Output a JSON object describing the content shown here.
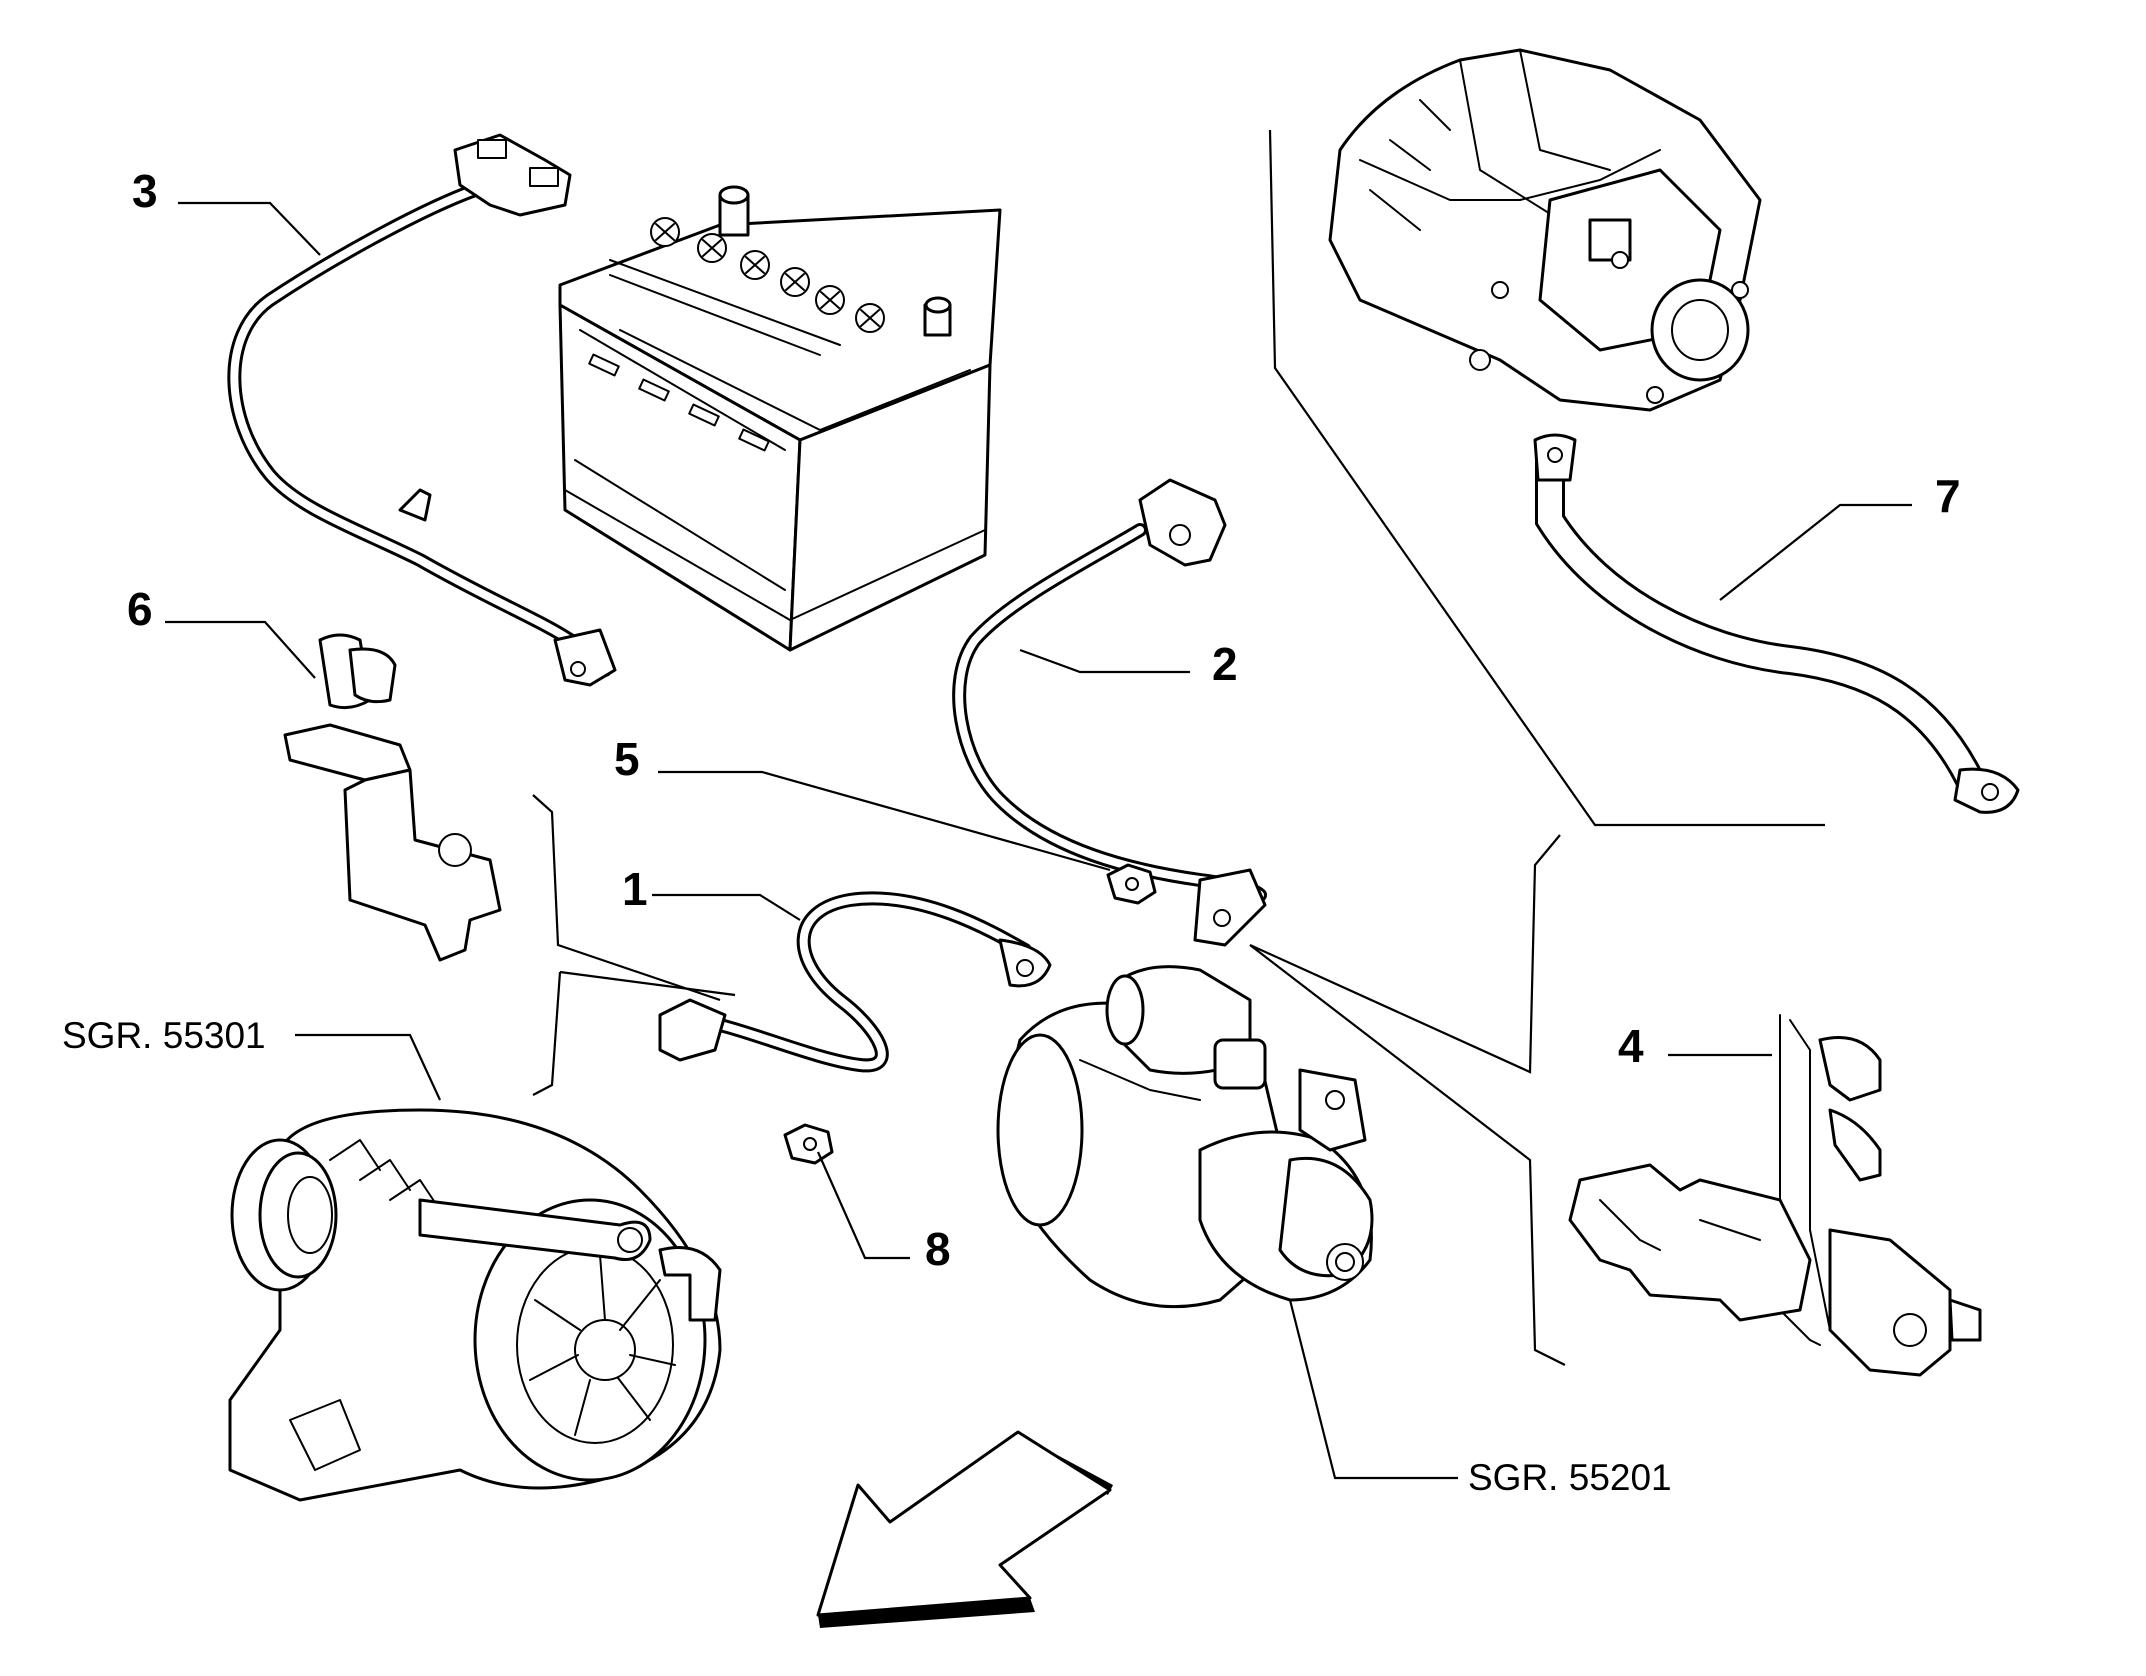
{
  "callouts": {
    "c1": "1",
    "c2": "2",
    "c3": "3",
    "c4": "4",
    "c5": "5",
    "c6": "6",
    "c7": "7",
    "c8": "8"
  },
  "references": {
    "alternator": "SGR. 55301",
    "starter": "SGR. 55201"
  },
  "icons": {
    "direction_arrow": "front-direction-arrow-icon"
  }
}
